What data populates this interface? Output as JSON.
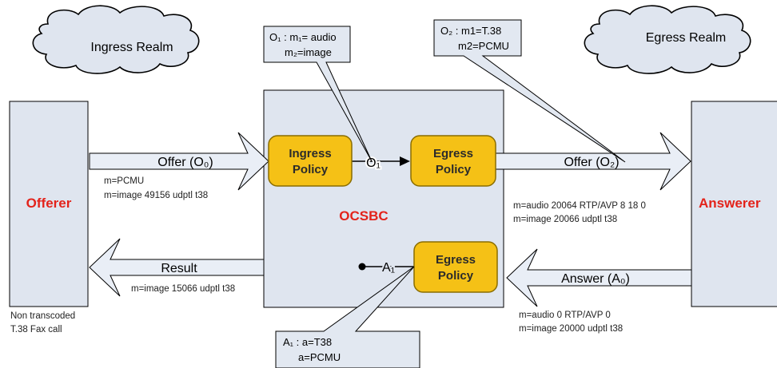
{
  "realms": {
    "ingress": "Ingress Realm",
    "egress": "Egress Realm"
  },
  "nodes": {
    "offerer": "Offerer",
    "answerer": "Answerer",
    "ocsbc": "OCSBC"
  },
  "policies": {
    "ingress": [
      "Ingress",
      "Policy"
    ],
    "egress_top": [
      "Egress",
      "Policy"
    ],
    "egress_bottom": [
      "Egress",
      "Policy"
    ]
  },
  "arrows": {
    "offer_o0": "Offer (O₀)",
    "offer_o2": "Offer (O₂)",
    "result": "Result",
    "answer_a0": "Answer (A₀)",
    "o1": "O₁",
    "a1": "A₁"
  },
  "sdp": {
    "offer_o0": [
      "m=PCMU",
      "m=image 49156 udptl t38"
    ],
    "offer_o2": [
      "m=audio 20064 RTP/AVP 8 18 0",
      "m=image 20066 udptl t38"
    ],
    "result": [
      "m=image 15066 udptl t38"
    ],
    "answer_a0": [
      "m=audio 0 RTP/AVP 0",
      "m=image 20000 udptl t38"
    ]
  },
  "callouts": {
    "o1": [
      "O₁ : m₁= audio",
      "m₂=image"
    ],
    "o2": [
      "O₂ : m1=T.38",
      "m2=PCMU"
    ],
    "a1": [
      "A₁ : a=T38",
      "a=PCMU"
    ]
  },
  "footnote": [
    "Non transcoded",
    "T.38 Fax call"
  ],
  "colors": {
    "node_fill": "#dfe5ef",
    "policy_fill": "#f5c116",
    "policy_stroke": "#8a6d00",
    "accent_red": "#e3231b",
    "footnote_red": "#e3231b",
    "arrow_fill": "#e9eef6",
    "callout_fill": "#e2e8f1"
  }
}
